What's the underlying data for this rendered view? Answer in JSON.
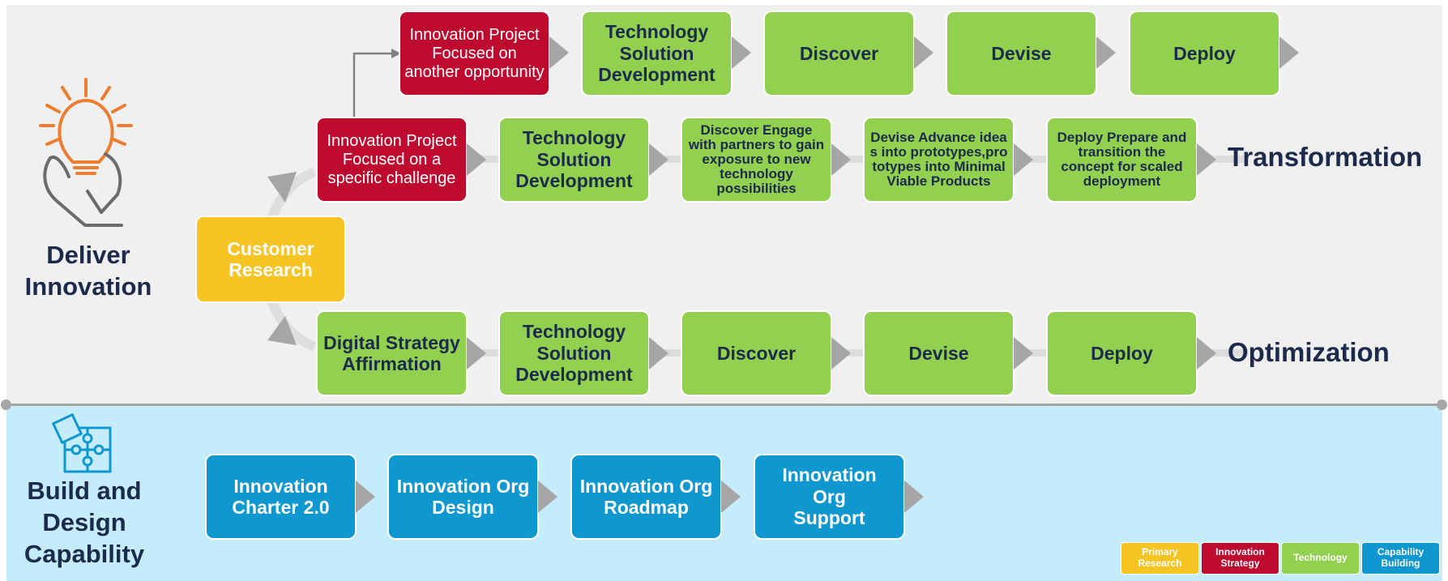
{
  "sections": {
    "deliver_label": "Deliver Innovation",
    "build_label": "Build and Design Capability"
  },
  "center": {
    "customer_research": "Customer Research"
  },
  "rows": {
    "top": {
      "steps": [
        "Innovation Project Focused on another opportunity",
        "Technology Solution Development",
        "Discover",
        "Devise",
        "Deploy"
      ]
    },
    "transformation": {
      "label": "Transformation",
      "steps": [
        "Innovation Project Focused on a specific challenge",
        "Technology Solution Development",
        "Discover Engage with partners to gain exposure to new technology possibilities",
        "Devise Advance ideas into prototypes,prototypes into Minimal Viable Products",
        "Deploy Prepare and transition the concept for scaled deployment"
      ]
    },
    "optimization": {
      "label": "Optimization",
      "steps": [
        "Digital Strategy Affirmation",
        "Technology Solution Development",
        "Discover",
        "Devise",
        "Deploy"
      ]
    },
    "capability": {
      "steps": [
        "Innovation Charter 2.0",
        "Innovation Org Design",
        "Innovation Org Roadmap",
        "Innovation Org Support"
      ]
    }
  },
  "legend": [
    {
      "label": "Primary Research",
      "color": "#f6c423"
    },
    {
      "label": "Innovation Strategy",
      "color": "#bf0a30"
    },
    {
      "label": "Technology",
      "color": "#92d050"
    },
    {
      "label": "Capability Building",
      "color": "#0e98cf"
    }
  ],
  "icons": [
    "lightbulb-hand-icon",
    "puzzle-icon"
  ]
}
